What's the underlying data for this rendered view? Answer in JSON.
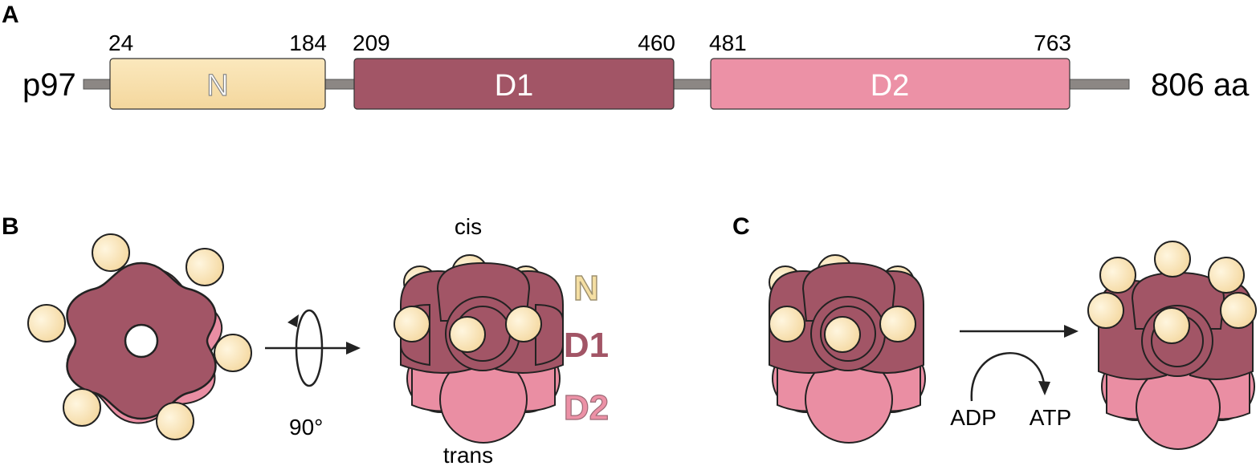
{
  "panels": {
    "a": {
      "letter": "A"
    },
    "b": {
      "letter": "B"
    },
    "c": {
      "letter": "C"
    }
  },
  "domain_map": {
    "protein": "p97",
    "length": "806 aa",
    "domains": [
      {
        "name": "N",
        "start": "24",
        "end": "184",
        "color": "#f8dfa5"
      },
      {
        "name": "D1",
        "start": "209",
        "end": "460",
        "color": "#a25566"
      },
      {
        "name": "D2",
        "start": "481",
        "end": "763",
        "color": "#ec91a6"
      }
    ]
  },
  "panel_b": {
    "top_label": "cis",
    "bottom_label": "trans",
    "rotation": "90°",
    "layer_labels": {
      "n": "N",
      "d1": "D1",
      "d2": "D2"
    }
  },
  "panel_c": {
    "reactant": "ADP",
    "product": "ATP"
  },
  "colors": {
    "n_domain": "#f8dfa5",
    "d1_domain": "#a25566",
    "d2_domain": "#ec91a6",
    "linker": "#8c8784",
    "outline": "#1a1a1a"
  }
}
